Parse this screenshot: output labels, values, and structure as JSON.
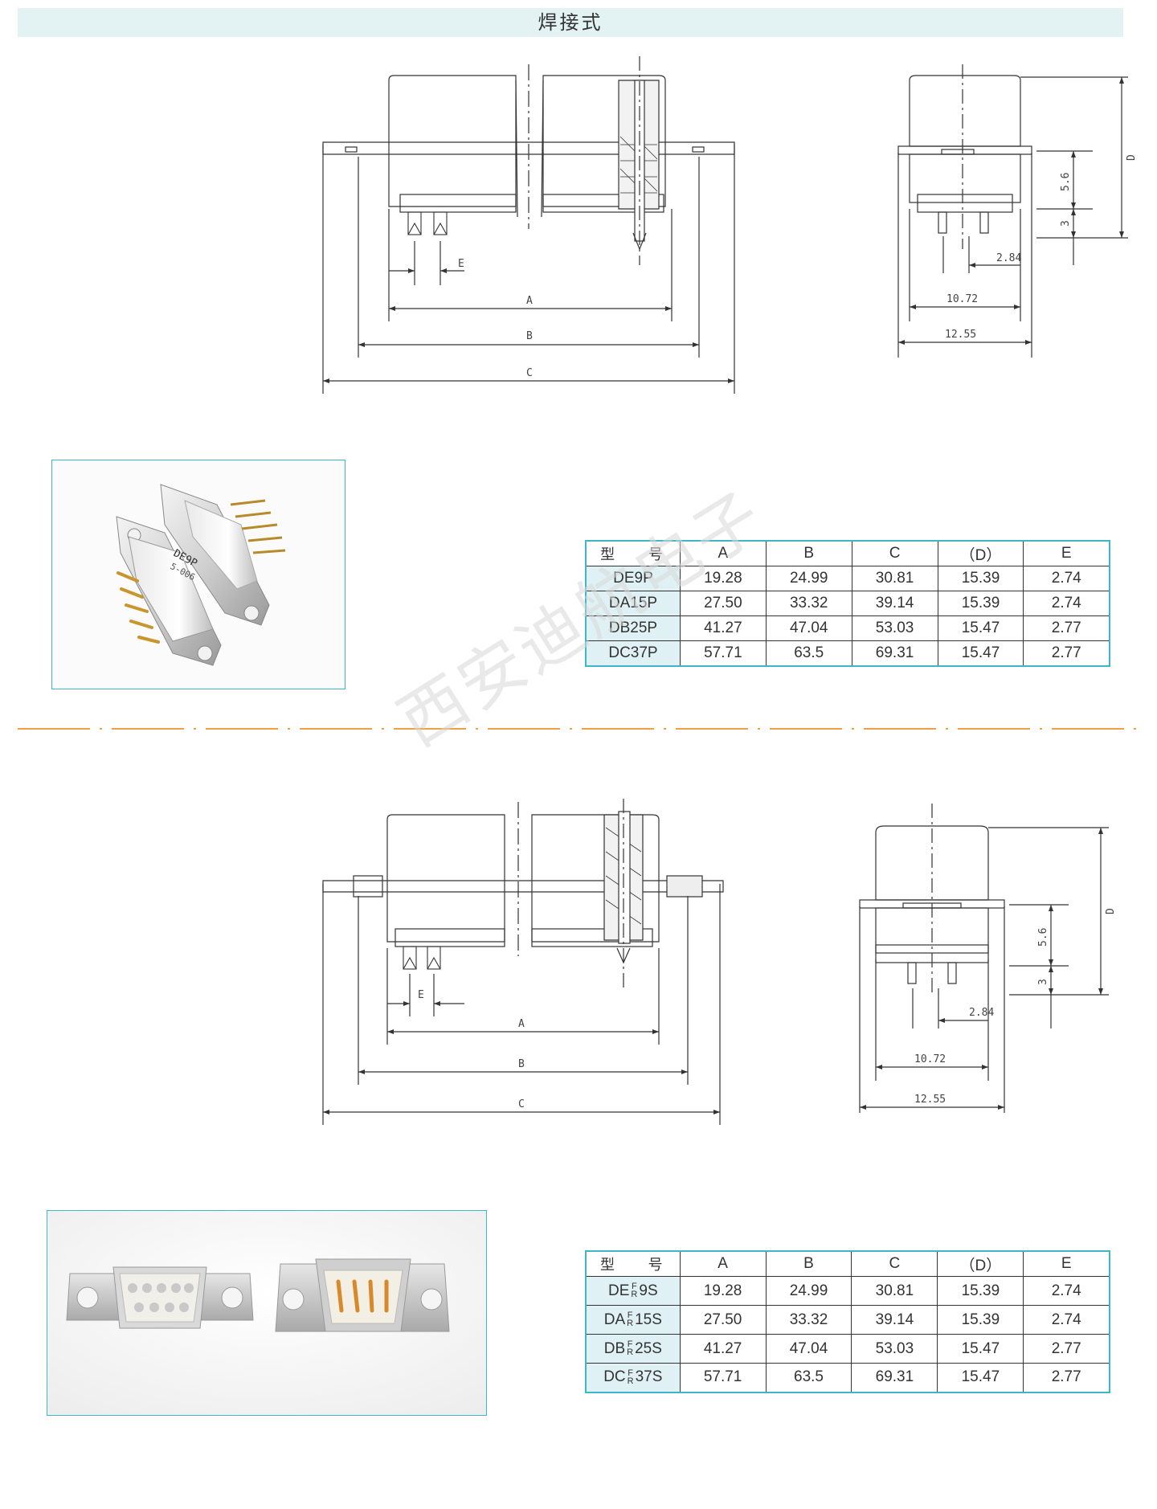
{
  "title": "焊接式",
  "watermark": "西安迪航电子",
  "dimension_labels": {
    "A": "A",
    "B": "B",
    "C": "C",
    "D": "D",
    "E": "E",
    "h1": "5.6",
    "h2": "3",
    "pin": "2.84",
    "inner": "10.72",
    "outer": "12.55"
  },
  "photo1": {
    "print_top": "DE9P",
    "print_bottom": "5-006"
  },
  "table_male": {
    "headers": [
      "型 号",
      "A",
      "B",
      "C",
      "（D）",
      "E"
    ],
    "rows": [
      [
        "DE9P",
        "19.28",
        "24.99",
        "30.81",
        "15.39",
        "2.74"
      ],
      [
        "DA15P",
        "27.50",
        "33.32",
        "39.14",
        "15.39",
        "2.74"
      ],
      [
        "DB25P",
        "41.27",
        "47.04",
        "53.03",
        "15.47",
        "2.77"
      ],
      [
        "DC37P",
        "57.71",
        "63.5",
        "69.31",
        "15.47",
        "2.77"
      ]
    ]
  },
  "table_female": {
    "headers": [
      "型 号",
      "A",
      "B",
      "C",
      "（D）",
      "E"
    ],
    "fr": [
      "F",
      "R"
    ],
    "rows": [
      {
        "prefix": "DE",
        "suffix": "9S",
        "values": [
          "19.28",
          "24.99",
          "30.81",
          "15.39",
          "2.74"
        ]
      },
      {
        "prefix": "DA",
        "suffix": "15S",
        "values": [
          "27.50",
          "33.32",
          "39.14",
          "15.39",
          "2.74"
        ]
      },
      {
        "prefix": "DB",
        "suffix": "25S",
        "values": [
          "41.27",
          "47.04",
          "53.03",
          "15.47",
          "2.77"
        ]
      },
      {
        "prefix": "DC",
        "suffix": "37S",
        "values": [
          "57.71",
          "63.5",
          "69.31",
          "15.47",
          "2.77"
        ]
      }
    ]
  },
  "colors": {
    "accent": "#3fb6c6",
    "title_bg": "#e3f2f2",
    "divider": "#f0a040",
    "model_cell": "#dff1f4"
  }
}
